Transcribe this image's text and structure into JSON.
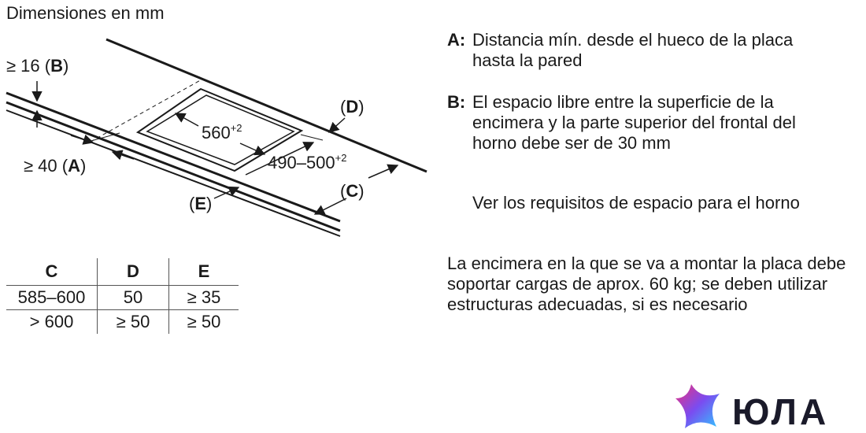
{
  "title": "Dimensiones en mm",
  "diagram": {
    "label_b": {
      "prefix": "≥ 16 (",
      "letter": "B",
      "suffix": ")"
    },
    "label_a": {
      "prefix": "≥ 40 (",
      "letter": "A",
      "suffix": ")"
    },
    "label_d": {
      "prefix": "(",
      "letter": "D",
      "suffix": ")"
    },
    "label_c": {
      "prefix": "(",
      "letter": "C",
      "suffix": ")"
    },
    "label_e": {
      "prefix": "(",
      "letter": "E",
      "suffix": ")"
    },
    "dim_width": {
      "value": "560",
      "sup": "+2"
    },
    "dim_depth": {
      "value": "490–500",
      "sup": "+2"
    }
  },
  "table": {
    "headers": [
      "C",
      "D",
      "E"
    ],
    "rows": [
      [
        "585–600",
        "50",
        "≥ 35"
      ],
      [
        "> 600",
        "≥ 50",
        "≥ 50"
      ]
    ]
  },
  "notes": {
    "a": {
      "key": "A:",
      "text": "Distancia mín. desde el hueco de la placa hasta la pared"
    },
    "b": {
      "key": "B:",
      "text": "El espacio libre entre la superficie de la encimera y la parte superior del frontal del horno debe ser de 30 mm"
    },
    "ver": "Ver los requisitos de espacio para el horno",
    "encimera": "La encimera en la que se va a montar la placa debe soportar cargas de aprox. 60 kg; se deben utilizar estructuras adecuadas, si es necesario"
  },
  "logo": {
    "text": "ЮЛА",
    "colors": [
      "#f0307a",
      "#7a4cf0",
      "#2fc8ff"
    ]
  }
}
